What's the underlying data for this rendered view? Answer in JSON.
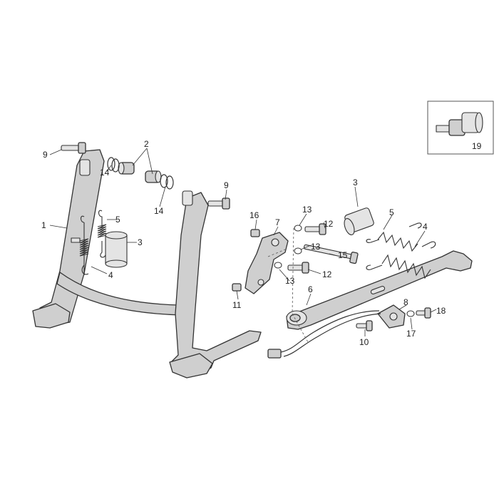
{
  "callouts": [
    {
      "id": "c1",
      "label": "1"
    },
    {
      "id": "c2",
      "label": "2"
    },
    {
      "id": "c3a",
      "label": "3"
    },
    {
      "id": "c3b",
      "label": "3"
    },
    {
      "id": "c4a",
      "label": "4"
    },
    {
      "id": "c4b",
      "label": "4"
    },
    {
      "id": "c5a",
      "label": "5"
    },
    {
      "id": "c5b",
      "label": "5"
    },
    {
      "id": "c6",
      "label": "6"
    },
    {
      "id": "c7",
      "label": "7"
    },
    {
      "id": "c8",
      "label": "8"
    },
    {
      "id": "c9a",
      "label": "9"
    },
    {
      "id": "c9b",
      "label": "9"
    },
    {
      "id": "c10",
      "label": "10"
    },
    {
      "id": "c11",
      "label": "11"
    },
    {
      "id": "c12a",
      "label": "12"
    },
    {
      "id": "c12b",
      "label": "12"
    },
    {
      "id": "c13a",
      "label": "13"
    },
    {
      "id": "c13b",
      "label": "13"
    },
    {
      "id": "c13c",
      "label": "13"
    },
    {
      "id": "c14a",
      "label": "14"
    },
    {
      "id": "c14b",
      "label": "14"
    },
    {
      "id": "c15",
      "label": "15"
    },
    {
      "id": "c16",
      "label": "16"
    },
    {
      "id": "c17",
      "label": "17"
    },
    {
      "id": "c18",
      "label": "18"
    },
    {
      "id": "c19",
      "label": "19"
    }
  ],
  "colors": {
    "background": "#ffffff",
    "part_fill": "#cfcfcf",
    "line": "#333333"
  }
}
